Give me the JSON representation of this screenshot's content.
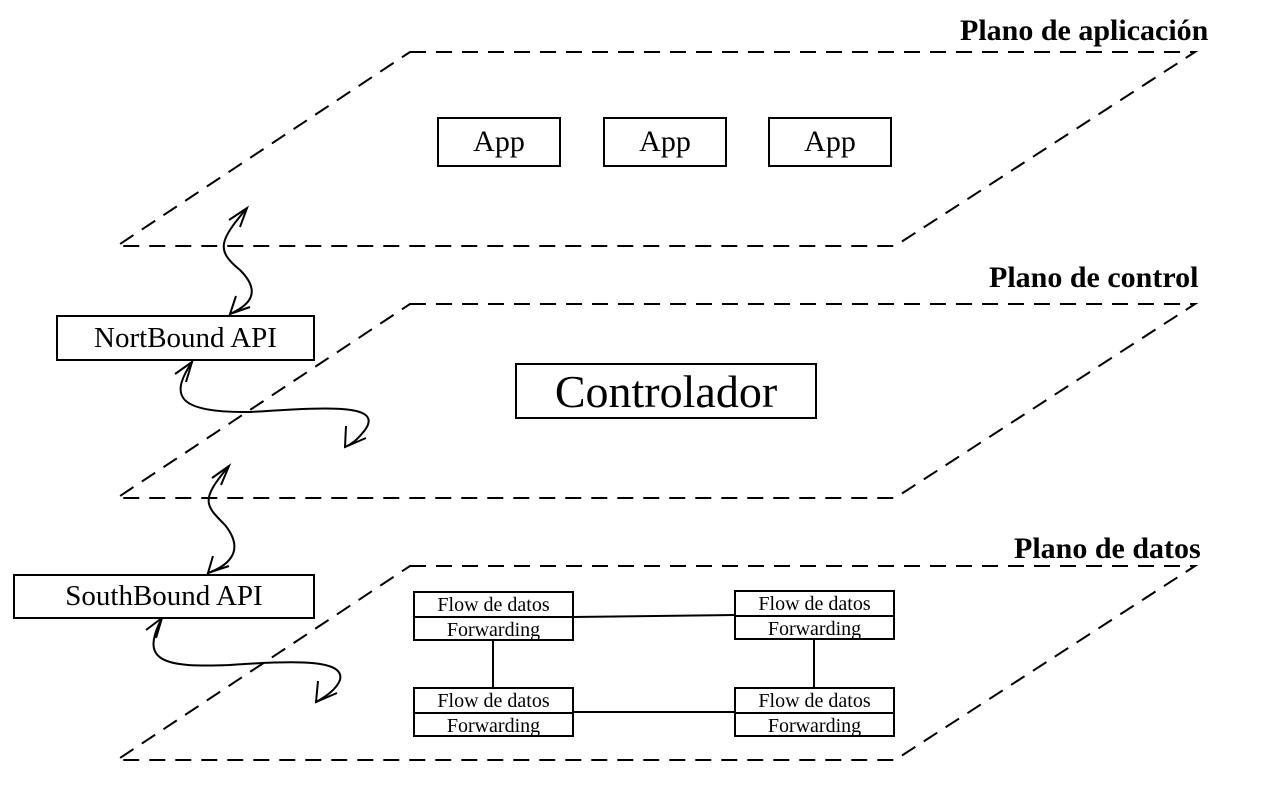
{
  "planes": {
    "application": {
      "title": "Plano de aplicación",
      "apps": [
        "App",
        "App",
        "App"
      ]
    },
    "control": {
      "title": "Plano de control",
      "controller": "Controlador"
    },
    "data": {
      "title": "Plano de datos",
      "nodes": [
        {
          "top": "Flow de datos",
          "bottom": "Forwarding"
        },
        {
          "top": "Flow de datos",
          "bottom": "Forwarding"
        },
        {
          "top": "Flow de datos",
          "bottom": "Forwarding"
        },
        {
          "top": "Flow de datos",
          "bottom": "Forwarding"
        }
      ]
    }
  },
  "apis": {
    "northbound": "NortBound API",
    "southbound": "SouthBound API"
  }
}
